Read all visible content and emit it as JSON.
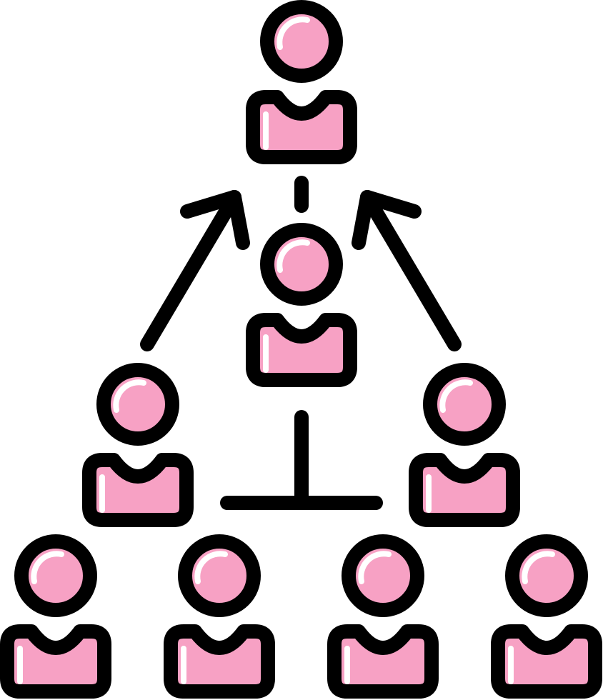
{
  "icon": {
    "name": "team-hierarchy-icon",
    "colors": {
      "outline": "#000000",
      "fill": "#f7a1c4",
      "highlight": "#ffffff",
      "background": "#ffffff"
    },
    "people": [
      {
        "id": "leader",
        "role": "top"
      },
      {
        "id": "manager",
        "role": "middle"
      },
      {
        "id": "lead-left",
        "role": "team-lead"
      },
      {
        "id": "lead-right",
        "role": "team-lead"
      },
      {
        "id": "member-1",
        "role": "member"
      },
      {
        "id": "member-2",
        "role": "member"
      },
      {
        "id": "member-3",
        "role": "member"
      },
      {
        "id": "member-4",
        "role": "member"
      }
    ],
    "connectors": [
      "arrow-up-left",
      "arrow-up-right",
      "dash-connector",
      "t-connector"
    ]
  }
}
